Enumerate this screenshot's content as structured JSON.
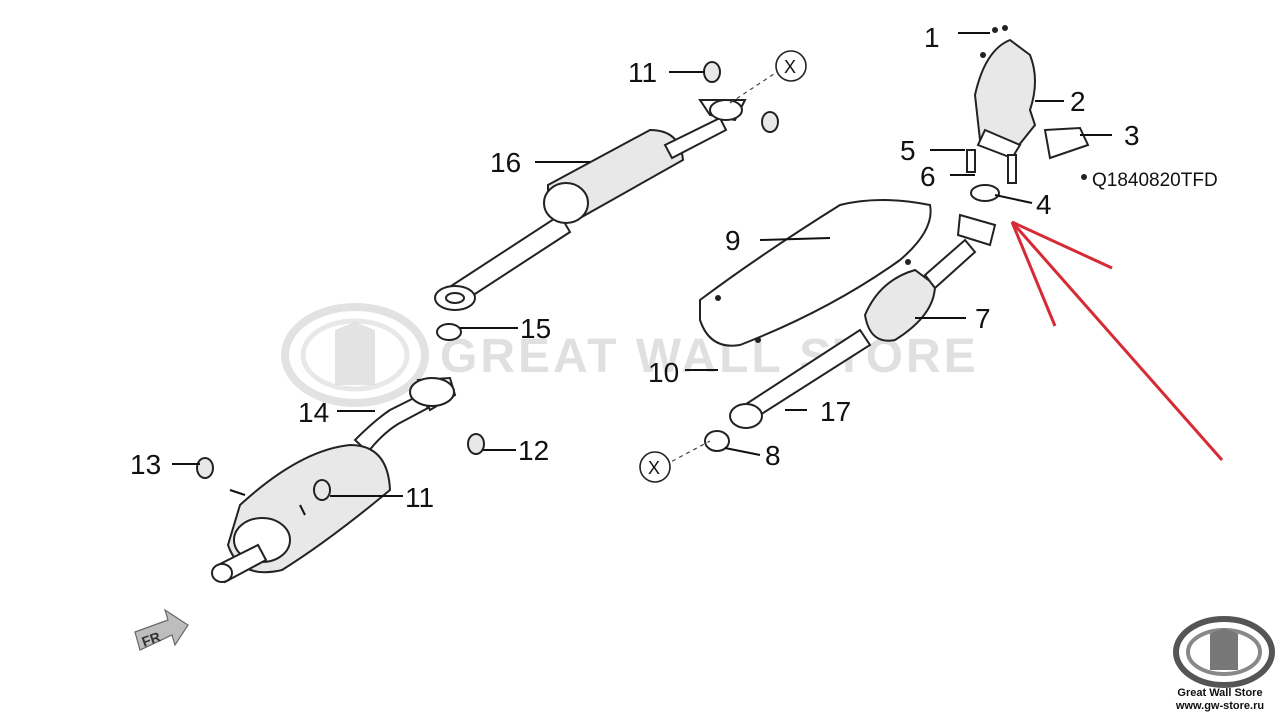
{
  "diagram": {
    "callouts": {
      "c1": "1",
      "c2": "2",
      "c3": "3",
      "c4": "4",
      "c5": "5",
      "c6": "6",
      "c7": "7",
      "c8": "8",
      "c9": "9",
      "c10": "10",
      "c11a": "11",
      "c11b": "11",
      "c12": "12",
      "c13": "13",
      "c14": "14",
      "c15": "15",
      "c16": "16",
      "c17": "17"
    },
    "part_code": "Q1840820TFD",
    "connection_marks": {
      "x1": "X",
      "x2": "X"
    },
    "direction_label": "FR"
  },
  "watermark": {
    "text": "GREAT WALL STORE"
  },
  "brand": {
    "name": "Great Wall Store",
    "url": "www.gw-store.ru"
  },
  "colors": {
    "arrow": "#d62b35",
    "line": "#222222",
    "watermark": "#c8c8c8"
  }
}
